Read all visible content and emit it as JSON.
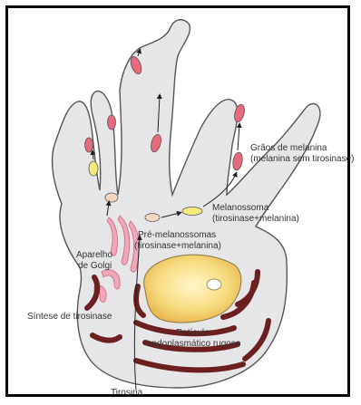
{
  "diagram": {
    "labels": {
      "graos_line1": "Grãos de melanina",
      "graos_line2": "(melanina sem tirosinase)",
      "melanossoma_line1": "Melanossoma",
      "melanossoma_line2": "(tirosinase+melanina)",
      "pre_line1": "Pré-melanossomas",
      "pre_line2": "(tirosinase+melanina)",
      "golgi_line1": "Aparelho",
      "golgi_line2": "de Golgi",
      "sintese": "Síntese de tirosinase",
      "reticulo_line1": "Retículo",
      "reticulo_line2": "endoplasmático rugoso",
      "tirosina": "Tirosina"
    },
    "colors": {
      "cell": "#e6e6e8",
      "outline": "#555555",
      "granule": "#e8687c",
      "premelanosome": "#f2d6c0",
      "melanosome": "#f3ec7a",
      "golgi": "#f0a8b8",
      "nucleus": "#f5d77a",
      "er": "#6b1f1f"
    }
  }
}
